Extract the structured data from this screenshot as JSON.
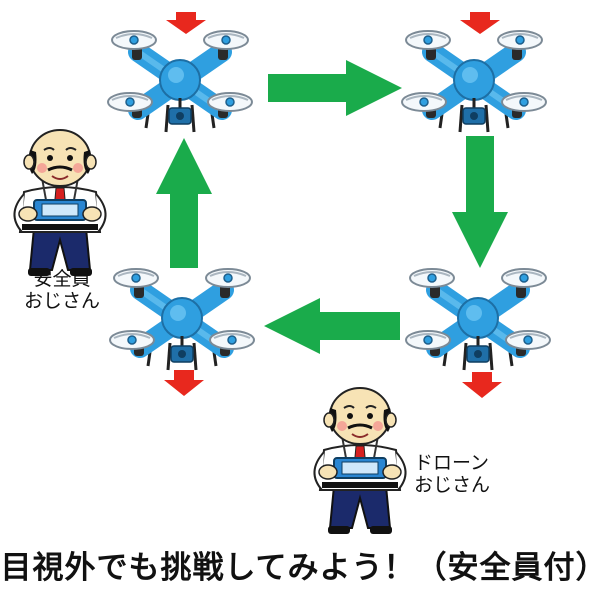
{
  "labels": {
    "safety_operator_line1": "安全員",
    "safety_operator_line2": "おじさん",
    "drone_operator_line1": "ドローン",
    "drone_operator_line2": "おじさん"
  },
  "caption": "目視外でも挑戦してみよう！（安全員付）",
  "colors": {
    "flow_arrow": "#1aab4b",
    "drop_arrow": "#e8281e",
    "drone_body": "#2f9fe0",
    "drone_body_light": "#6cc4f2",
    "camera": "#1f6fa8",
    "shirt": "#ffffff",
    "pants": "#1b2a6b",
    "tie": "#d62020",
    "controller": "#2a86d2",
    "skin": "#f7e3b5"
  }
}
